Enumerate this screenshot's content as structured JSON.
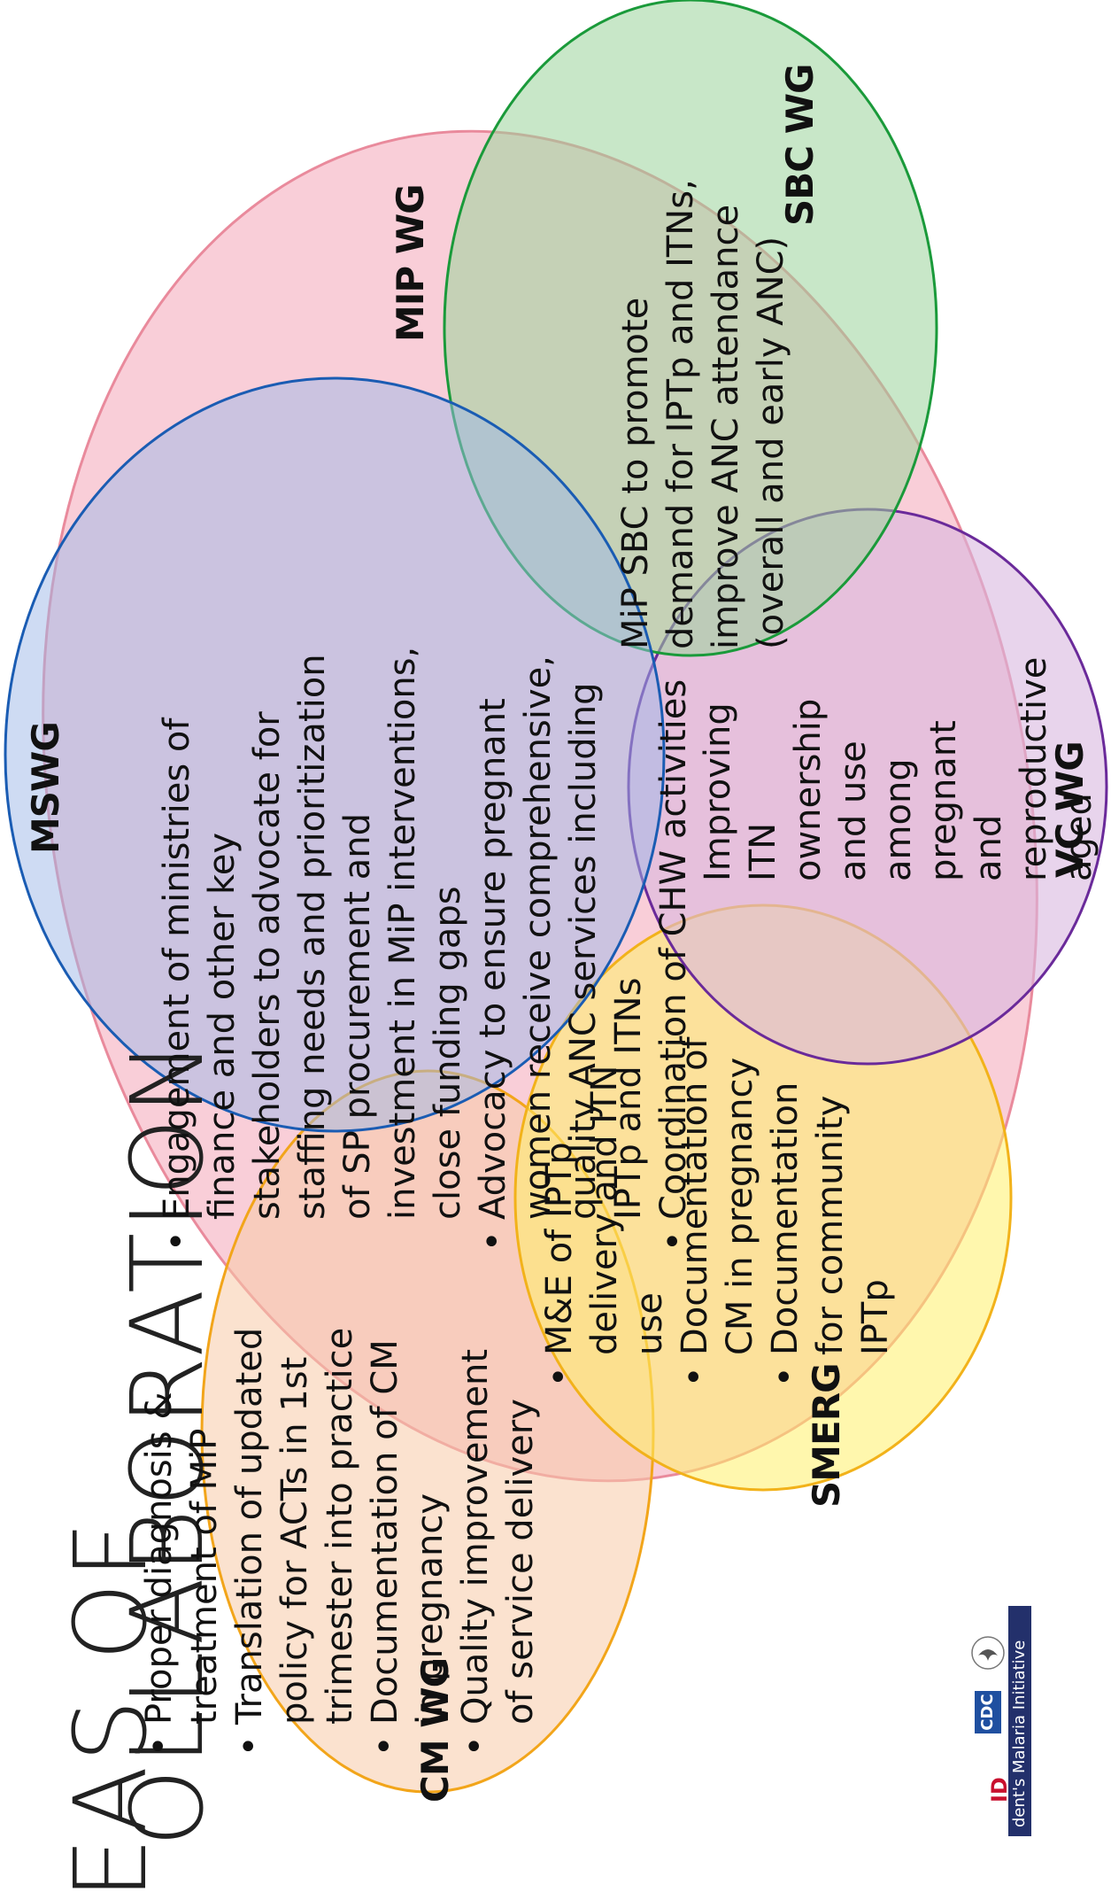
{
  "title": {
    "line1": "EAS OF",
    "line2": "OLLABORATION"
  },
  "groups": {
    "mip": {
      "label": "MIP WG",
      "color": "#f4a6b8",
      "stroke": "#e98a9c"
    },
    "mswg": {
      "label": "MSWG",
      "color": "#9db8e8",
      "stroke": "#1a5cb3",
      "items": [
        "Engagement of ministries of finance and other key stakeholders to advocate for staffing needs and prioritization of SP procurement and investment in MiP interventions, close funding gaps",
        "Advocacy to ensure pregnant women receive comprehensive, quality ANC services including IPTp and ITNs",
        "Coordination of CHW activities"
      ]
    },
    "sbc": {
      "label": "SBC WG",
      "color": "#9bd39b",
      "stroke": "#1a9a3a",
      "text": "MiP SBC to promote demand for IPTp and ITNs, improve ANC attendance (overall and early ANC)"
    },
    "vc": {
      "label": "VC WG",
      "color": "#d9b8e0",
      "stroke": "#6a2a9a",
      "text": "Improving ITN ownership and use among pregnant and reproductive aged women"
    },
    "smerg": {
      "label": "SMERG",
      "color": "#fff06a",
      "stroke": "#f2b21a",
      "items": [
        "M&E of IPTp delivery and ITN use",
        "Documentation of CM in pregnancy",
        "Documentation for community IPTp"
      ]
    },
    "cm": {
      "label": "CM WG",
      "color": "#f8cba8",
      "stroke": "#f2a51a",
      "items": [
        "Proper diagnosis & treatment of MiP",
        "Translation of updated policy for ACTs in 1st trimester into practice",
        "Documentation of CM in pregnancy",
        "Quality improvement of service delivery"
      ]
    }
  },
  "logos": {
    "pmi_text": "dent's Malaria Initiative",
    "cdc_text": "CDC",
    "usaid_partial": "ID"
  }
}
